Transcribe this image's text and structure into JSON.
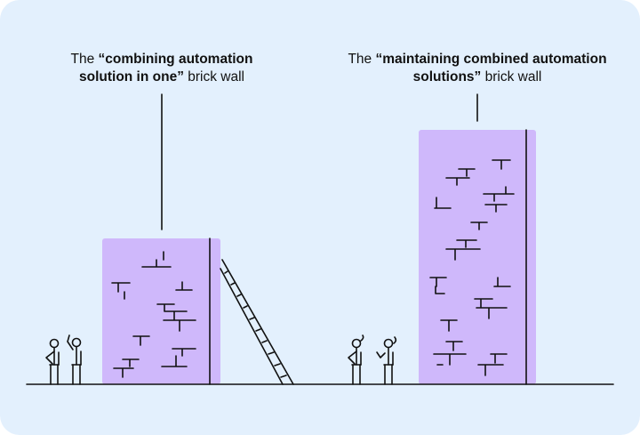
{
  "colors": {
    "background": "#e3f0fd",
    "wall": "#cfb8fb",
    "ink": "#111111"
  },
  "captions": {
    "left": {
      "prefix": "The ",
      "bold": "“combining automation solution in one”",
      "suffix": " brick wall"
    },
    "right": {
      "prefix": "The ",
      "bold": "“maintaining combined automation solutions”",
      "suffix": " brick wall"
    }
  }
}
